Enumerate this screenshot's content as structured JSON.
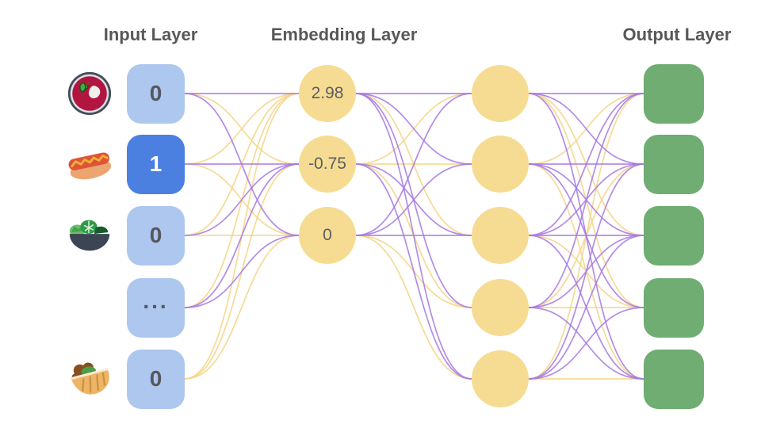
{
  "diagram_type": "neural-network-embedding-diagram",
  "colors": {
    "background": "#ffffff",
    "title_text": "#58585A",
    "input_box": "#AEC7EF",
    "input_box_active": "#4B80E1",
    "input_text": "#55585E",
    "input_text_active": "#FFFFFF",
    "embedding_circle": "#F6DC92",
    "embedding_text": "#5A5E64",
    "hidden_circle": "#F6DC92",
    "output_box": "#6FAD72",
    "edge_purple": "#A678E3",
    "edge_yellow": "#F5D384"
  },
  "input_layer": {
    "title": "Input Layer",
    "nodes": [
      {
        "icon": "borscht-soup-icon",
        "value": "0",
        "active": false
      },
      {
        "icon": "hot-dog-icon",
        "value": "1",
        "active": true
      },
      {
        "icon": "salad-icon",
        "value": "0",
        "active": false
      },
      {
        "icon": null,
        "value": "...",
        "active": false
      },
      {
        "icon": "pita-kebab-icon",
        "value": "0",
        "active": false
      }
    ]
  },
  "embedding_layer": {
    "title": "Embedding Layer",
    "nodes": [
      {
        "value": "2.98"
      },
      {
        "value": "-0.75"
      },
      {
        "value": "0"
      }
    ]
  },
  "hidden_layer": {
    "node_count": 5
  },
  "output_layer": {
    "title": "Output Layer",
    "node_count": 5
  },
  "edges": {
    "color_key": {
      "p": "edge_purple",
      "y": "edge_yellow"
    },
    "input_to_embedding": [
      [
        "p",
        "y",
        "p"
      ],
      [
        "y",
        "p",
        "y"
      ],
      [
        "y",
        "p",
        "y"
      ],
      [
        "y",
        "p",
        "p"
      ],
      [
        "y",
        "y",
        "y"
      ]
    ],
    "embedding_to_hidden": [
      [
        "p",
        "p",
        "y",
        "p",
        "p"
      ],
      [
        "y",
        "y",
        "p",
        "y",
        "p"
      ],
      [
        "p",
        "p",
        "p",
        "y",
        "y"
      ]
    ],
    "hidden_to_output": [
      [
        "p",
        "p",
        "y",
        "y",
        "p"
      ],
      [
        "y",
        "p",
        "p",
        "p",
        "y"
      ],
      [
        "p",
        "p",
        "p",
        "y",
        "p"
      ],
      [
        "p",
        "y",
        "p",
        "y",
        "p"
      ],
      [
        "y",
        "p",
        "p",
        "p",
        "y"
      ]
    ]
  }
}
